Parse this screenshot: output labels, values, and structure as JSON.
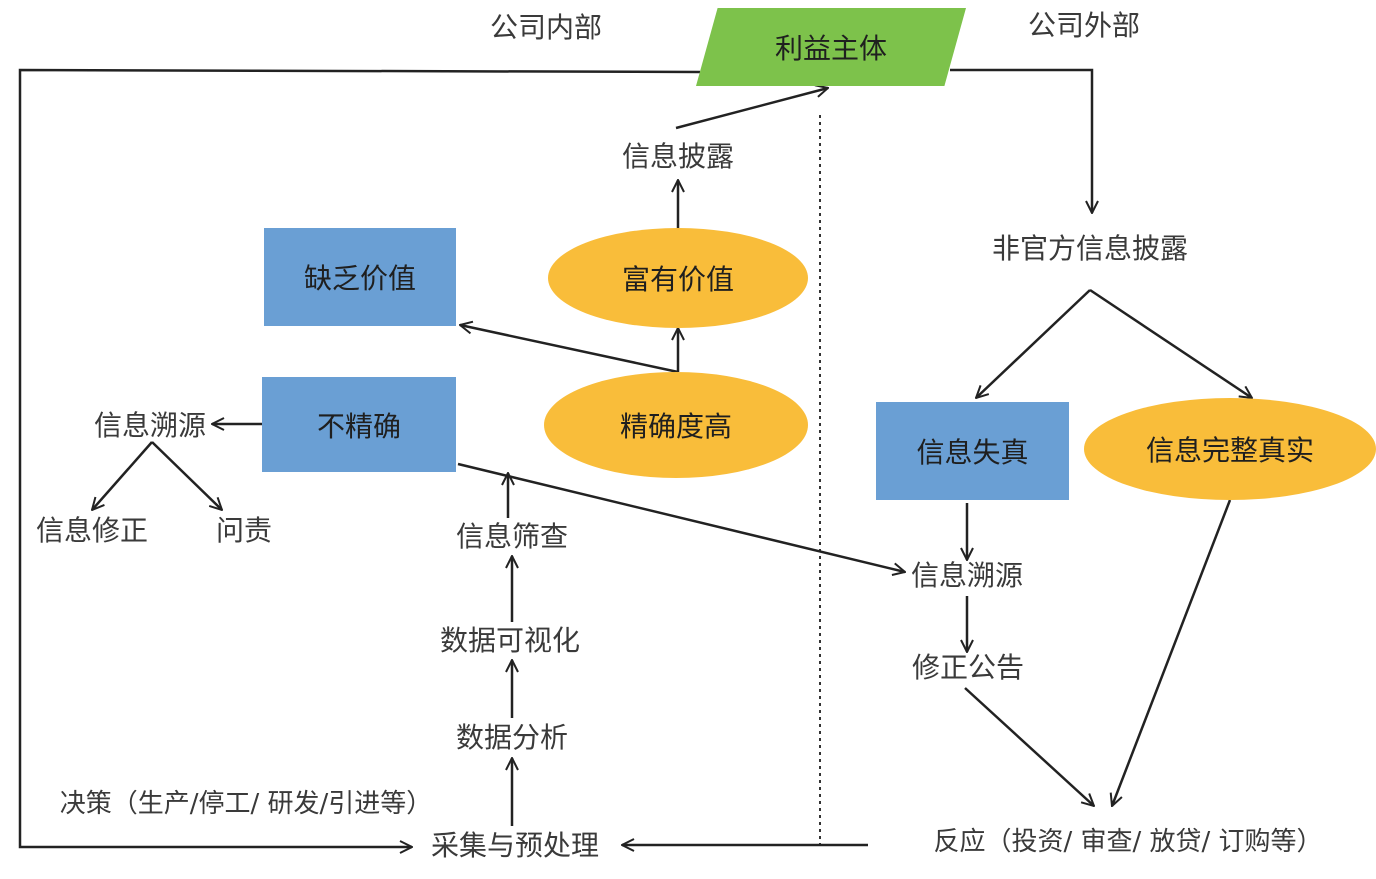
{
  "header": {
    "internal": "公司内部",
    "external": "公司外部"
  },
  "nodes": {
    "stakeholder": "利益主体",
    "disclosure": "信息披露",
    "lacks_value": "缺乏价值",
    "rich_value": "富有价值",
    "imprecise": "不精确",
    "high_precision": "精确度高",
    "trace_left": "信息溯源",
    "correction_left": "信息修正",
    "accountability": "问责",
    "screening": "信息筛查",
    "visualization": "数据可视化",
    "analysis": "数据分析",
    "decision": "决策（生产/停工/ 研发/引进等）",
    "collect": "采集与预处理",
    "unofficial": "非官方信息披露",
    "distortion": "信息失真",
    "complete_true": "信息完整真实",
    "trace_right": "信息溯源",
    "correction_notice": "修正公告",
    "reaction": "反应（投资/ 审查/ 放贷/ 订购等）"
  },
  "colors": {
    "blue_box": "#6a9fd4",
    "orange_ellipse": "#f9bd3a",
    "green_para": "#7dc24b",
    "line": "#222222"
  }
}
